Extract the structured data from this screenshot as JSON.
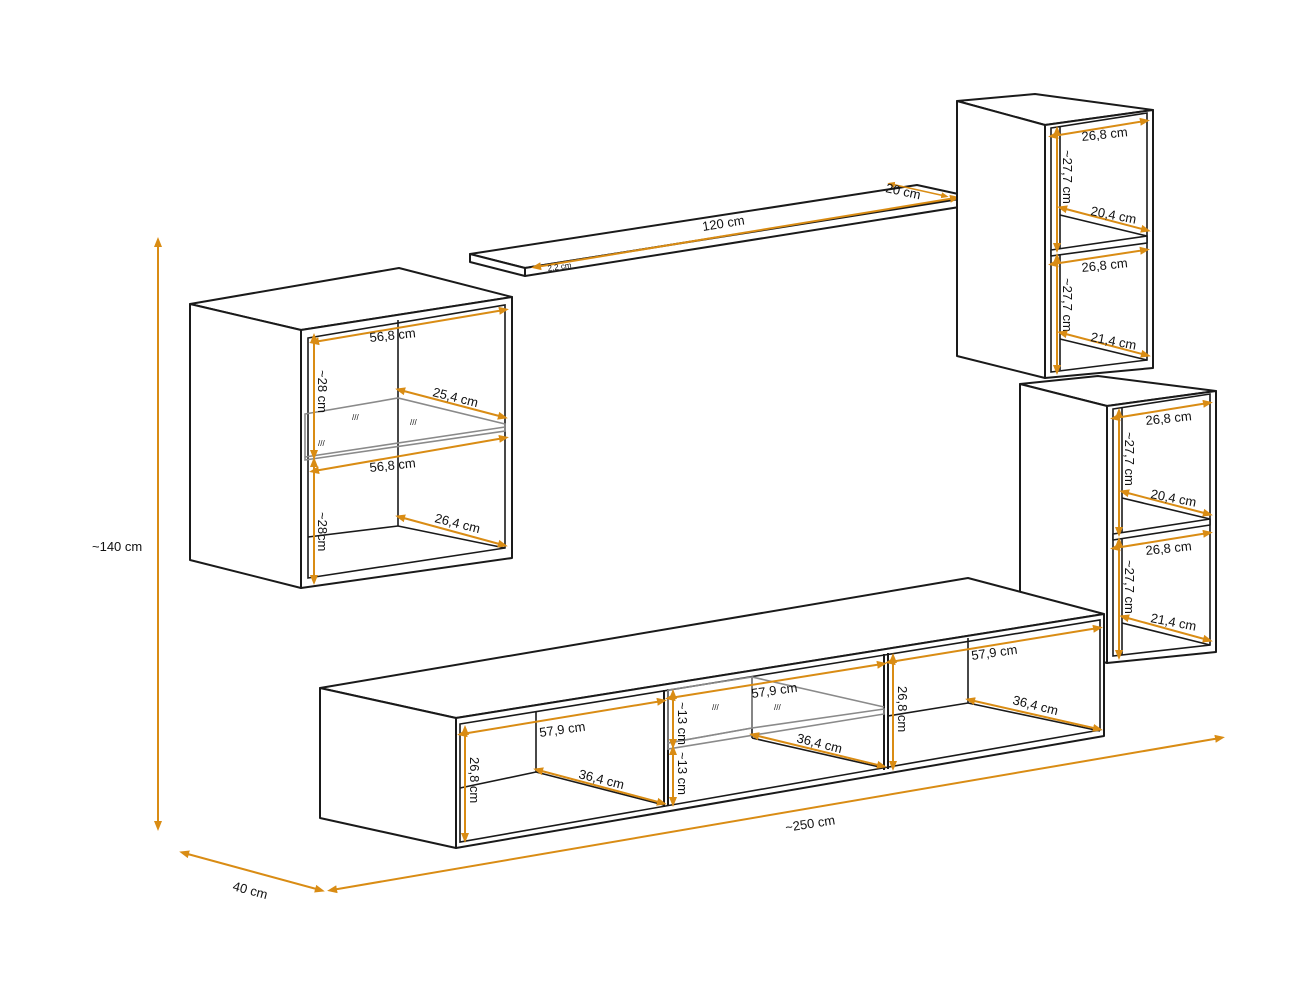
{
  "diagram": {
    "accent_color": "#d98c14",
    "line_color": "#1a1a1a",
    "overall": {
      "height": "~140 cm",
      "width": "~250 cm",
      "depth": "40 cm"
    },
    "shelf": {
      "length": "120 cm",
      "depth": "20 cm",
      "thickness": "2,2 cm"
    },
    "glass_cabinet": {
      "top_width": "56,8 cm",
      "top_height": "~28 cm",
      "glass_shelf_depth": "25,4 cm",
      "bottom_width": "56,8 cm",
      "bottom_height": "~28cm",
      "bottom_depth": "26,4 cm"
    },
    "tall_cabinet_top": {
      "upper_width": "26,8 cm",
      "upper_height": "~27,7 cm",
      "upper_depth": "20,4 cm",
      "lower_width": "26,8 cm",
      "lower_height": "~27,7 cm",
      "lower_depth": "21,4 cm"
    },
    "tall_cabinet_bottom": {
      "upper_width": "26,8 cm",
      "upper_height": "~27,7 cm",
      "upper_depth": "20,4 cm",
      "lower_width": "26,8 cm",
      "lower_height": "~27,7 cm",
      "lower_depth": "21,4 cm"
    },
    "tv_stand": {
      "left_width": "57,9 cm",
      "left_height": "26,8 cm",
      "left_depth": "36,4 cm",
      "middle_width": "57,9 cm",
      "middle_upper_height": "~13 cm",
      "middle_lower_height": "~13 cm",
      "middle_depth": "36,4 cm",
      "right_width": "57,9 cm",
      "right_height": "26,8 cm",
      "right_depth": "36,4 cm"
    }
  }
}
